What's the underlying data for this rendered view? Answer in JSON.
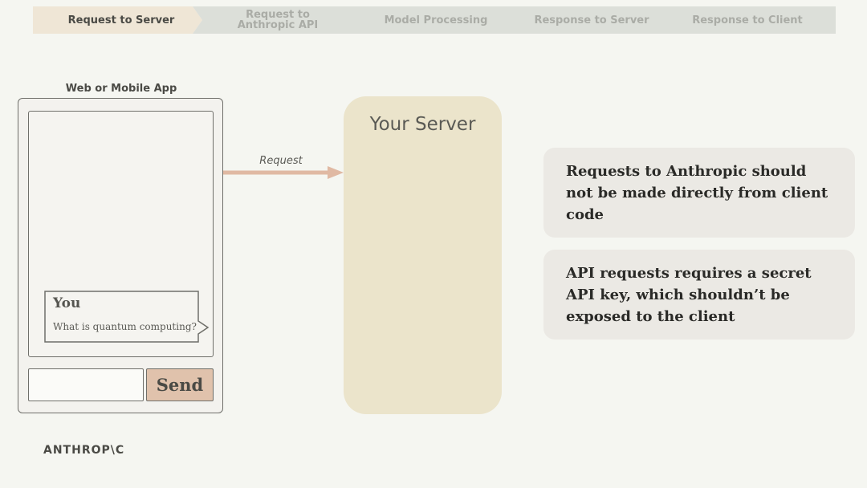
{
  "steps": [
    {
      "label": "Request to Server",
      "active": true
    },
    {
      "label": "Request to\nAnthropic API",
      "active": false
    },
    {
      "label": "Model Processing",
      "active": false
    },
    {
      "label": "Response to Server",
      "active": false
    },
    {
      "label": "Response to Client",
      "active": false
    }
  ],
  "colors": {
    "active_step": "#efe6d6",
    "inactive_step": "#dcdfd9",
    "arrow": "#e0b9a3",
    "server": "#ebe4cb",
    "send_button": "#e0c2ac"
  },
  "app": {
    "title": "Web or Mobile App",
    "message_sender": "You",
    "message_text": "What is quantum computing?",
    "send_label": "Send"
  },
  "arrow": {
    "label": "Request"
  },
  "server": {
    "title": "Your Server"
  },
  "notes": [
    "Requests to Anthropic should not be made directly from client code",
    "API requests requires a secret API key, which shouldn’t be exposed to the client"
  ],
  "logo": "ANTHROP\\C"
}
